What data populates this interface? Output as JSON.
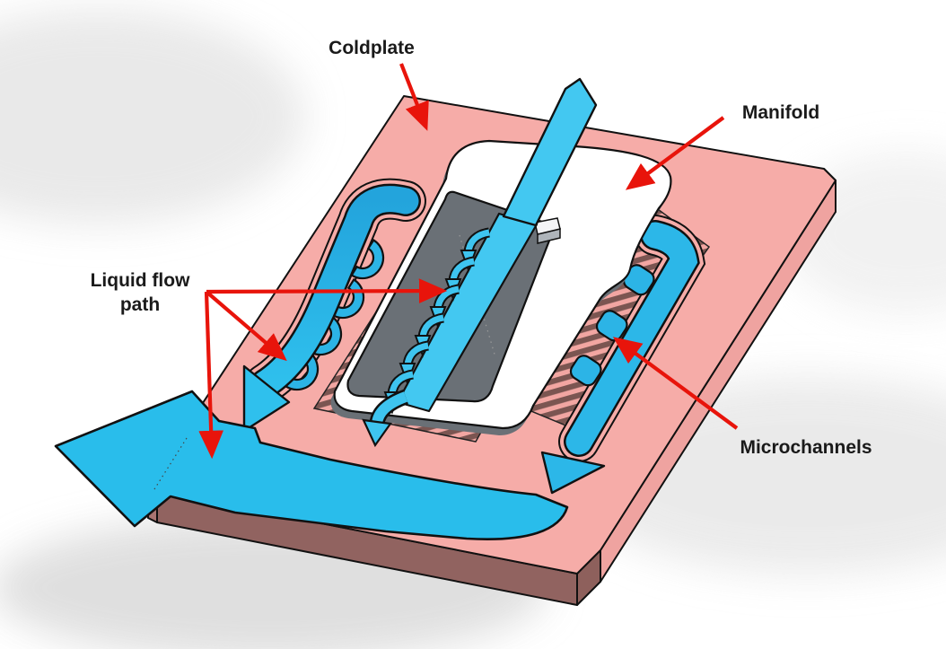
{
  "diagram": {
    "type": "3d-cad-annotated-illustration",
    "subject": "Manifold microchannel coldplate liquid cooling flow diagram",
    "labels": {
      "coldplate": "Coldplate",
      "manifold": "Manifold",
      "liquid_flow_line1": "Liquid flow",
      "liquid_flow_line2": "path",
      "microchannels": "Microchannels"
    },
    "colors": {
      "coldplate_top": "#F6ACA8",
      "coldplate_side_light": "#EFA3A0",
      "coldplate_side_dark": "#916360",
      "coldplate_chamfer": "#F7B5B1",
      "flow_blue": "#29BDEB",
      "flow_blue_deep": "#23A4DC",
      "flow_blue_bright": "#43C8F1",
      "manifold_white": "#FFFFFF",
      "manifold_shadow": "#6A7076",
      "fin_dark": "#7B5551",
      "fin_pink": "#F2A6A2",
      "annotation_red": "#E8140B",
      "outline_black": "#111111",
      "label_text": "#1A1A1A"
    },
    "annotations": [
      {
        "label": "Coldplate",
        "points_to": "pink baseplate top surface"
      },
      {
        "label": "Manifold",
        "points_to": "white distribution manifold"
      },
      {
        "label": "Liquid flow path",
        "points_to": "blue coolant channels and exit arrows"
      },
      {
        "label": "Microchannels",
        "points_to": "finned microchannel array"
      }
    ]
  }
}
